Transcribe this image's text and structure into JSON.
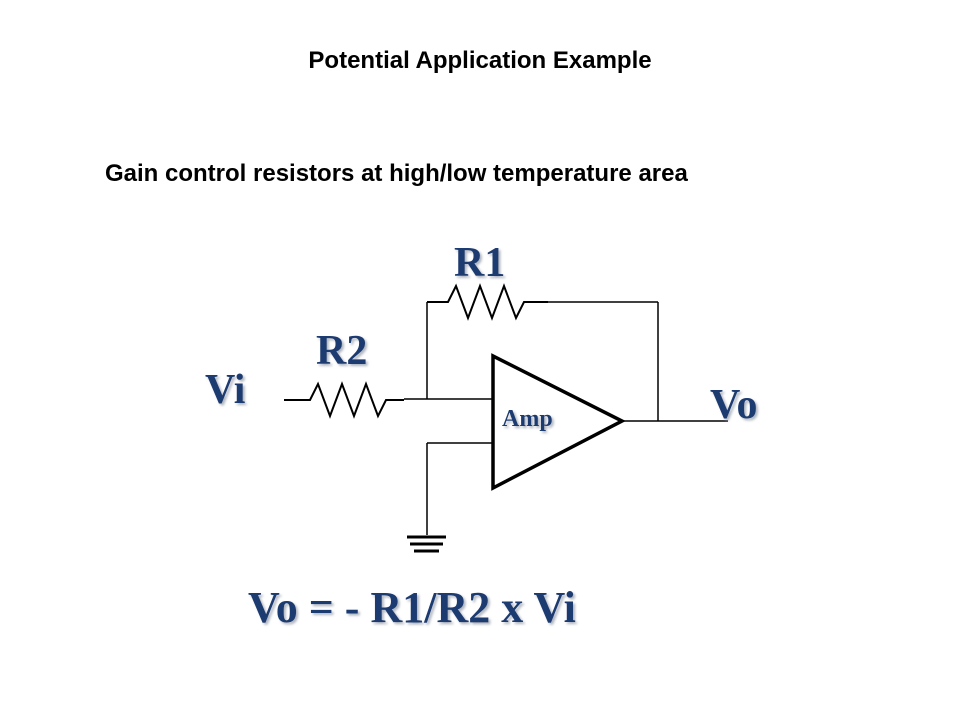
{
  "slide": {
    "title": "Potential Application Example",
    "subtitle": "Gain control resistors at high/low temperature area"
  },
  "circuit": {
    "input_label": "Vi",
    "output_label": "Vo",
    "amp_label": "Amp",
    "feedback_resistor_label": "R1",
    "input_resistor_label": "R2",
    "equation": "Vo = - R1/R2 x Vi"
  },
  "colors": {
    "label_color": "#1b3a6f",
    "wire_color": "#000000"
  }
}
